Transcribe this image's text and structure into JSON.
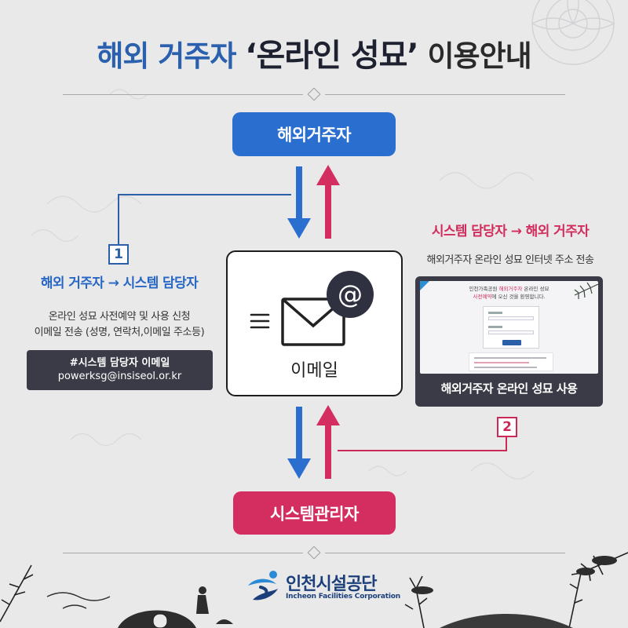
{
  "title": {
    "part1": "해외 거주자 ",
    "part2": "‘온라인 성묘’",
    "part3": " 이용안내"
  },
  "nodes": {
    "top_pill": "해외거주자",
    "bottom_pill": "시스템관리자",
    "email_label": "이메일",
    "email_symbol": "@"
  },
  "step1": {
    "number": "1",
    "heading": "해외 거주자 → 시스템 담당자",
    "desc_line1": "온라인 성묘 사전예약 및 사용 신청",
    "desc_line2": "이메일 전송 (성명, 연락처,이메일 주소등)",
    "contact_title": "#시스템 담당자 이메일",
    "contact_email": "powerksg@insiseol.or.kr"
  },
  "step2": {
    "number": "2",
    "heading": "시스템 담당자 → 해외 거주자",
    "desc": "해외거주자 온라인 성묘 인터넷 주소 전송",
    "screen_caption": "해외거주자 온라인 성묘 사용",
    "screen_head_pre": "인천가족공원 ",
    "screen_head_hl": "해외거주자",
    "screen_head_post": " 온라인 성묘",
    "screen_head_hl2": "사전예약",
    "screen_head_post2": "에 오신 것을 환영합니다."
  },
  "logo": {
    "name_ko": "인천시설공단",
    "name_en": "Incheon Facilities Corporation"
  },
  "colors": {
    "blue": "#2a6fcf",
    "red": "#d42d5f",
    "dark": "#3a3b46",
    "background": "#e9e9ea"
  },
  "icons": [
    "envelope-icon",
    "at-sign-icon",
    "speed-lines-icon",
    "arrow-down-icon",
    "arrow-up-icon",
    "logo-mark-icon"
  ]
}
